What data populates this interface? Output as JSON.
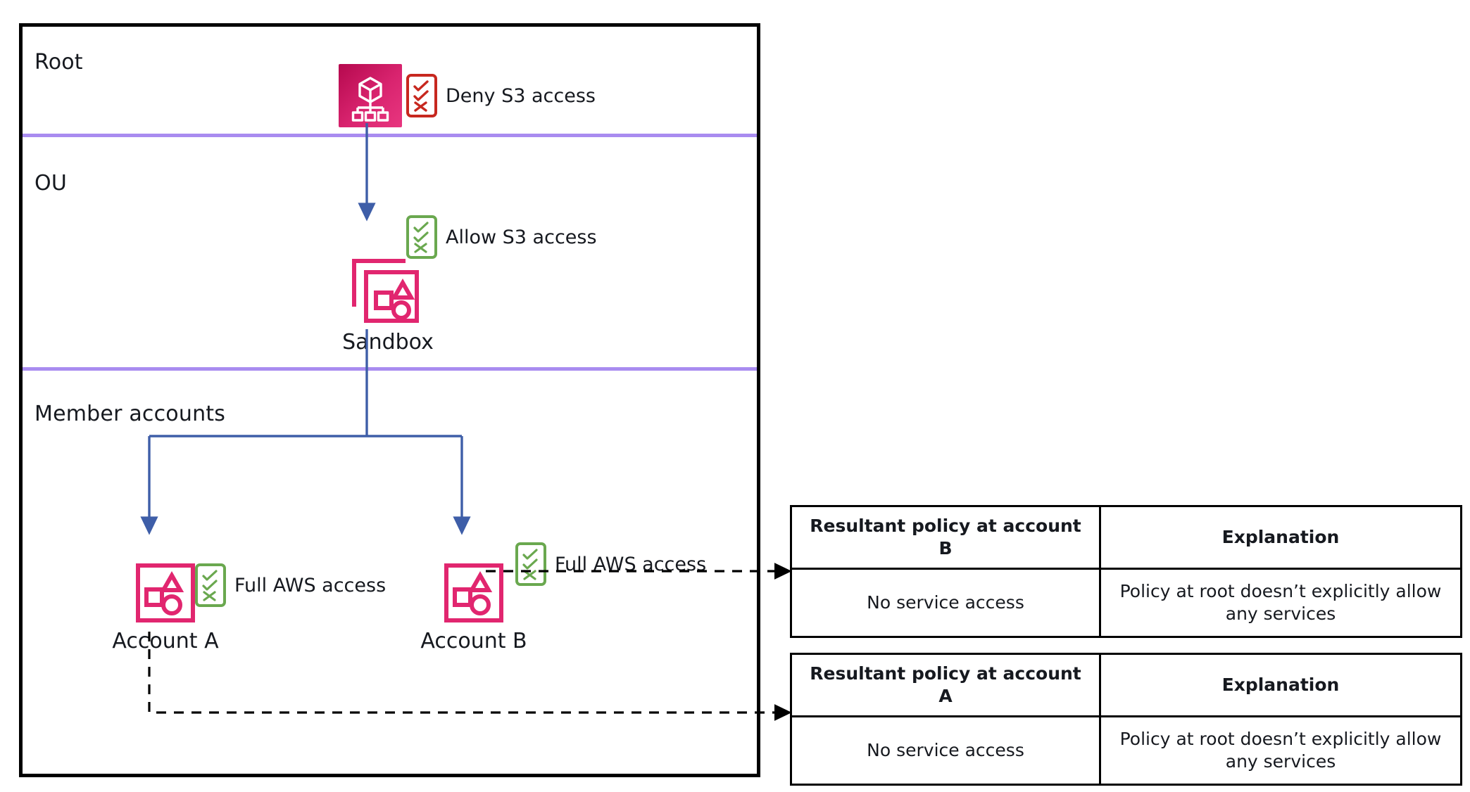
{
  "diagram": {
    "bands": [
      {
        "id": "root",
        "label": "Root"
      },
      {
        "id": "ou",
        "label": "OU"
      },
      {
        "id": "member",
        "label": "Member accounts"
      }
    ],
    "nodes": {
      "root": {
        "icon": "aws-organizations-icon",
        "policy_label": "Deny S3 access",
        "policy_state": "deny"
      },
      "ou": {
        "icon": "organizational-unit-icon",
        "caption": "Sandbox",
        "policy_label": "Allow S3 access",
        "policy_state": "allow"
      },
      "account_a": {
        "icon": "aws-account-icon",
        "caption": "Account A",
        "policy_label": "Full AWS access",
        "policy_state": "allow"
      },
      "account_b": {
        "icon": "aws-account-icon",
        "caption": "Account B",
        "policy_label": "Full AWS access",
        "policy_state": "allow"
      }
    },
    "colors": {
      "panel_border": "#000000",
      "band_divider": "#a98cf0",
      "connector": "#3e5ea8",
      "aws_pink": "#e1266f",
      "org_tile_gradient_start": "#b5094e",
      "org_tile_gradient_end": "#e8367f",
      "deny_policy_border": "#c7281f",
      "allow_policy_border": "#6aa84f",
      "dashed_connector": "#000000"
    }
  },
  "tables": [
    {
      "id": "table-b",
      "headers": [
        "Resultant policy at account B",
        "Explanation"
      ],
      "row": [
        "No service access",
        "Policy at root doesn’t explicitly allow any services"
      ]
    },
    {
      "id": "table-a",
      "headers": [
        "Resultant policy at account A",
        "Explanation"
      ],
      "row": [
        "No service access",
        "Policy at root doesn’t explicitly allow any services"
      ]
    }
  ]
}
